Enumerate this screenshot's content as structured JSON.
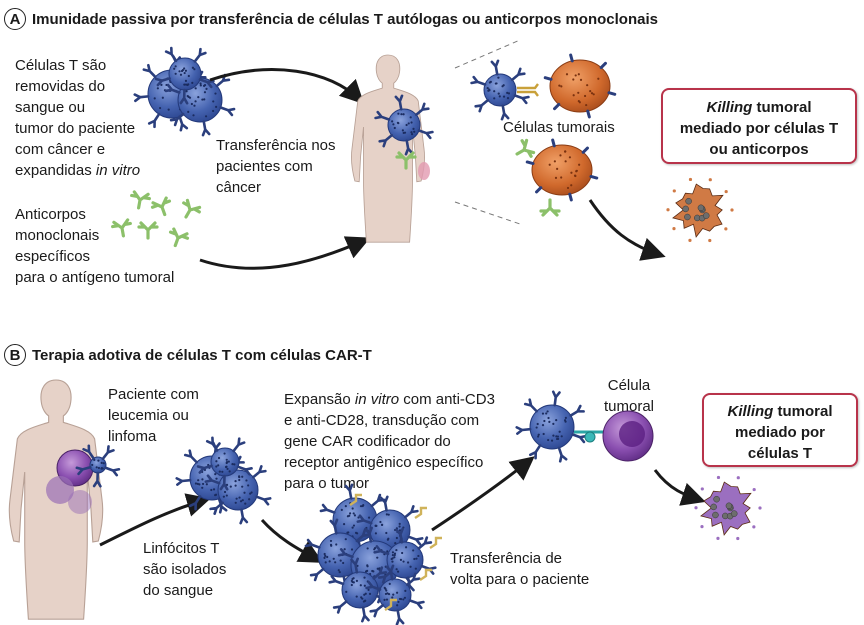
{
  "panel_a": {
    "letter": "A",
    "title": "Imunidade passiva por transferência de células T autólogas ou anticorpos monoclonais",
    "t_cells_text": [
      "Células T são",
      "removidas do",
      "sangue ou",
      "tumor do paciente",
      "com câncer e",
      "expandidas "
    ],
    "t_cells_italic": "in vitro",
    "antibodies_text": [
      "Anticorpos",
      "monoclonais",
      "específicos",
      "para o antígeno tumoral"
    ],
    "transfer_text": [
      "Transferência nos",
      "pacientes com",
      "câncer"
    ],
    "tumor_cells_label": "Células tumorais",
    "box_italic": "Killing",
    "box_line1": " tumoral",
    "box_line2": "mediado por células T",
    "box_line3": "ou anticorpos"
  },
  "panel_b": {
    "letter": "B",
    "title": "Terapia adotiva de células T com células CAR-T",
    "patient_text": [
      "Paciente com",
      "leucemia ou",
      "linfoma"
    ],
    "lymphocytes_text": [
      "Linfócitos T",
      "são isolados",
      "do sangue"
    ],
    "expansion_pre": "Expansão ",
    "expansion_italic": "in vitro",
    "expansion_post": " com anti-CD3",
    "expansion_lines": [
      "e anti-CD28, transdução com",
      "gene CAR codificador do",
      "receptor antigênico específico",
      "para o tumor"
    ],
    "tumor_cell_label": [
      "Célula",
      "tumoral"
    ],
    "transfer_back_text": [
      "Transferência de",
      "volta para o paciente"
    ],
    "box_italic": "Killing",
    "box_line1": " tumoral",
    "box_line2": "mediado por",
    "box_line3": "células T"
  },
  "colors": {
    "t_cell": "#3d5aa8",
    "t_cell_light": "#6f88cc",
    "tumor_cell": "#d0692c",
    "antibody": "#8cc06a",
    "leukemia_cell": "#7b3fa0",
    "box_border": "#b8334a",
    "body_skin": "#e6d2c8"
  }
}
